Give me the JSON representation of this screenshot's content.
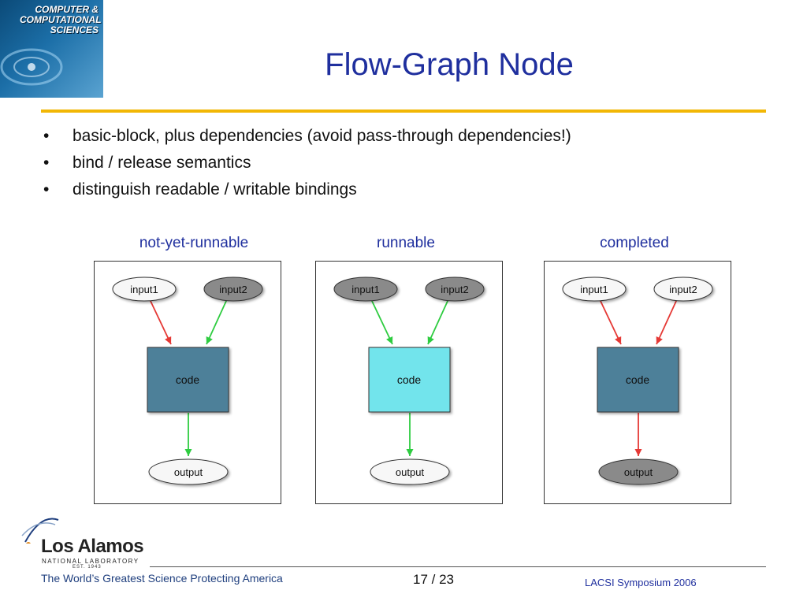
{
  "logo": {
    "text": "COMPUTER &\nCOMPUTATIONAL\nSCIENCES"
  },
  "title": "Flow-Graph Node",
  "bullets": [
    "basic-block, plus dependencies (avoid pass-through dependencies!)",
    "bind / release semantics",
    "distinguish readable / writable bindings"
  ],
  "bullet_glyph": "•",
  "panels": [
    {
      "label": "not-yet-runnable",
      "input1": "input1",
      "input2": "input2",
      "code": "code",
      "output": "output",
      "colors": {
        "input1": "#f7f7f7",
        "input2": "#8a8a8a",
        "code": "#4e8099",
        "output": "#f7f7f7",
        "arrow1": "#e53935",
        "arrow2": "#2ecc40",
        "arrow_out": "#2ecc40"
      }
    },
    {
      "label": "runnable",
      "input1": "input1",
      "input2": "input2",
      "code": "code",
      "output": "output",
      "colors": {
        "input1": "#8a8a8a",
        "input2": "#8a8a8a",
        "code": "#72e4ec",
        "output": "#f7f7f7",
        "arrow1": "#2ecc40",
        "arrow2": "#2ecc40",
        "arrow_out": "#2ecc40"
      }
    },
    {
      "label": "completed",
      "input1": "input1",
      "input2": "input2",
      "code": "code",
      "output": "output",
      "colors": {
        "input1": "#f7f7f7",
        "input2": "#f7f7f7",
        "code": "#4e8099",
        "output": "#8a8a8a",
        "arrow1": "#e53935",
        "arrow2": "#e53935",
        "arrow_out": "#e53935"
      }
    }
  ],
  "footer": {
    "lab_name": "Los Alamos",
    "lab_sub": "NATIONAL LABORATORY",
    "lab_est": "EST. 1943",
    "tagline": "The World’s Greatest Science Protecting America",
    "page": "17 / 23",
    "event": "LACSI Symposium 2006"
  },
  "colors": {
    "title": "#1f2f9e",
    "rule": "#f2b705"
  }
}
